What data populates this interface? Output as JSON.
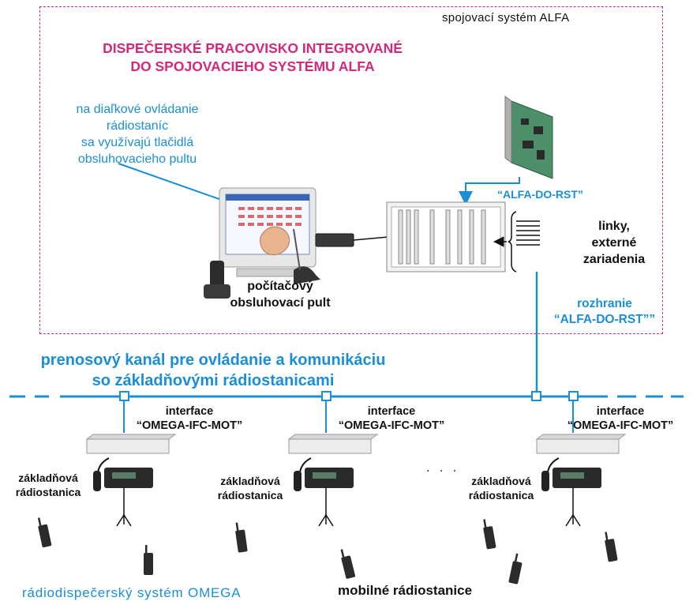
{
  "system_label": "spojovací systém ALFA",
  "title_lines": [
    "DISPEČERSKÉ PRACOVISKO INTEGROVANÉ",
    "DO SPOJOVACIEHO SYSTÉMU ALFA"
  ],
  "note_lines": [
    "na diaľkové ovládanie",
    "rádiostaníc",
    "sa využívajú tlačidlá",
    "obsluhovacieho pultu"
  ],
  "card_label": "“ALFA-DO-RST”",
  "lines_label": [
    "linky,",
    "externé",
    "zariadenia"
  ],
  "console_label": [
    "počítačový",
    "obsluhovací pult"
  ],
  "interface_label": [
    "rozhranie",
    "“ALFA-DO-RST””"
  ],
  "channel_label": [
    "prenosový kanál pre ovládanie a komunikáciu",
    "so základňovými rádiostanicami"
  ],
  "ifc_blocks": [
    {
      "line1": "interface",
      "line2": "“OMEGA-IFC-MOT”"
    },
    {
      "line1": "interface",
      "line2": "“OMEGA-IFC-MOT”"
    },
    {
      "line1": "interface",
      "line2": "“OMEGA-IFC-MOT”"
    }
  ],
  "base_station_label": [
    "základňová",
    "rádiostanica"
  ],
  "dots": ". . .",
  "omega_label": "rádiodispečerský systém OMEGA",
  "mobile_label": "mobilné rádiostanice",
  "colors": {
    "frame": "#d6287a",
    "accent": "#1a8fd8",
    "text": "#111111"
  }
}
